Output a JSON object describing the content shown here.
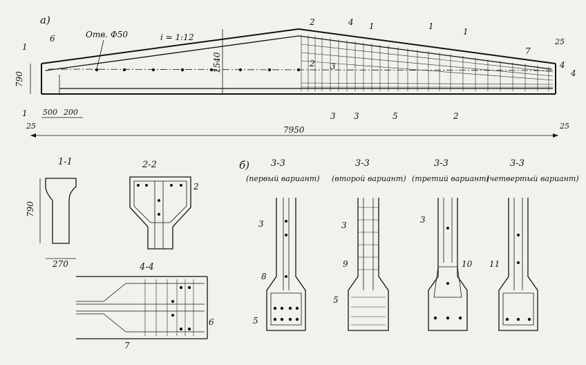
{
  "labels": {
    "part_a": "а)",
    "part_b": "б)",
    "hole": "Отв. Ф50",
    "slope": "i = 1:12",
    "dim_7950": "7950",
    "dim_790": "790",
    "dim_1540": "1540",
    "dim_500": "500",
    "dim_200": "200",
    "dim_25a": "25",
    "dim_25b": "25",
    "dim_25c": "25",
    "dim_270": "270",
    "dim_790_section": "790"
  },
  "markers": {
    "m1": "1",
    "m1b": "1",
    "m2": "2",
    "m2b": "2",
    "m3": "3",
    "m3b": "3",
    "m4": "4",
    "m4b": "4"
  },
  "callouts": {
    "c1_top": "1",
    "c1_right": "1",
    "c1_top2": "1",
    "c2": "2",
    "c3": "3",
    "c4": "4",
    "c5": "5",
    "c6": "6",
    "c7": "7",
    "s22_2": "2",
    "s44_6": "6",
    "s44_7": "7",
    "v1_3": "3",
    "v1_8": "8",
    "v1_5": "5",
    "v2_3": "3",
    "v2_9": "9",
    "v2_5": "5",
    "v3_3": "3",
    "v3_10": "10",
    "v4_11": "11"
  },
  "sections": {
    "s11": "1-1",
    "s22": "2-2",
    "s44": "4-4",
    "v1_title": "3-3",
    "v1_sub": "(первый вариант)",
    "v2_title": "3-3",
    "v2_sub": "(второй вариант)",
    "v3_title": "3-3",
    "v3_sub": "(третий вариант)",
    "v4_title": "3-3",
    "v4_sub": "(четвертый вариант)"
  }
}
